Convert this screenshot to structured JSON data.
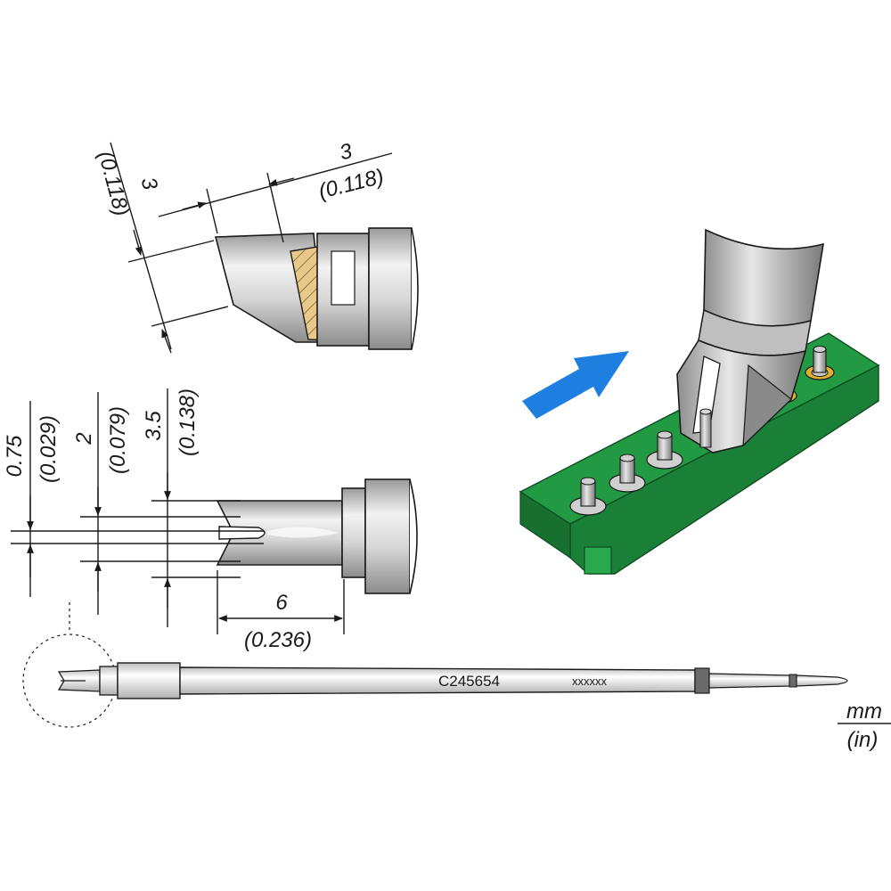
{
  "side_view": {
    "width_mm": "3",
    "width_in": "(0.118)",
    "height_mm": "3",
    "height_in": "(0.118)"
  },
  "top_view": {
    "slot_mm": "0.75",
    "slot_in": "(0.029)",
    "inner_mm": "2",
    "inner_in": "(0.079)",
    "outer_mm": "3.5",
    "outer_in": "(0.138)",
    "length_mm": "6",
    "length_in": "(0.236)"
  },
  "tip": {
    "part_number": "C245654",
    "serial": "xxxxxx"
  },
  "units": {
    "mm": "mm",
    "in": "(in)"
  },
  "colors": {
    "pcb": "#1f8a3c",
    "arrow": "#1e7fe0",
    "tinned": "#e8c98a",
    "metal": "#c8c8c8"
  }
}
